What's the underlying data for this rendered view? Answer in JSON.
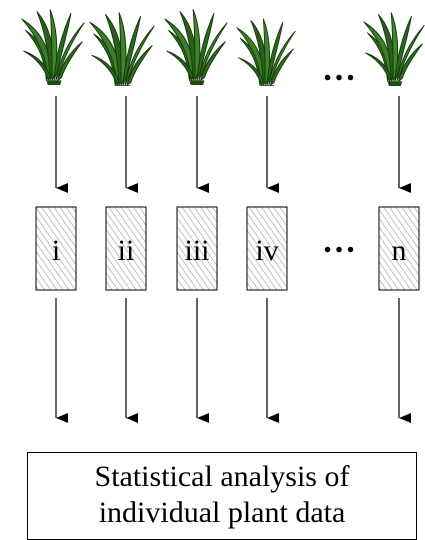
{
  "plant_count_display": [
    "plant",
    "plant",
    "plant",
    "plant",
    "ellipsis",
    "plant"
  ],
  "samples": [
    {
      "label": "i"
    },
    {
      "label": "ii"
    },
    {
      "label": "iii"
    },
    {
      "label": "iv"
    },
    {
      "label": "n"
    }
  ],
  "ellipsis": "…",
  "analysis": {
    "line1": "Statistical analysis of",
    "line2": "individual plant data"
  },
  "colors": {
    "plant_dark": "#1f4a14",
    "plant_light": "#3f7a2a",
    "hatch": "#8a8a8a"
  }
}
